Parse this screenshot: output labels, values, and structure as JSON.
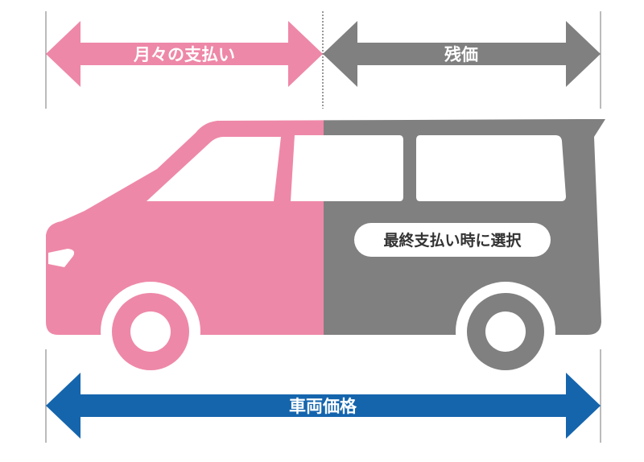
{
  "labels": {
    "monthly_payment": "月々の支払い",
    "residual_value": "残価",
    "final_payment_choice": "最終支払い時に選択",
    "vehicle_price": "車両価格"
  },
  "colors": {
    "pink": "#EE88A8",
    "gray": "#808080",
    "blue": "#1565AD",
    "divider": "#555555",
    "white": "#FFFFFF"
  }
}
